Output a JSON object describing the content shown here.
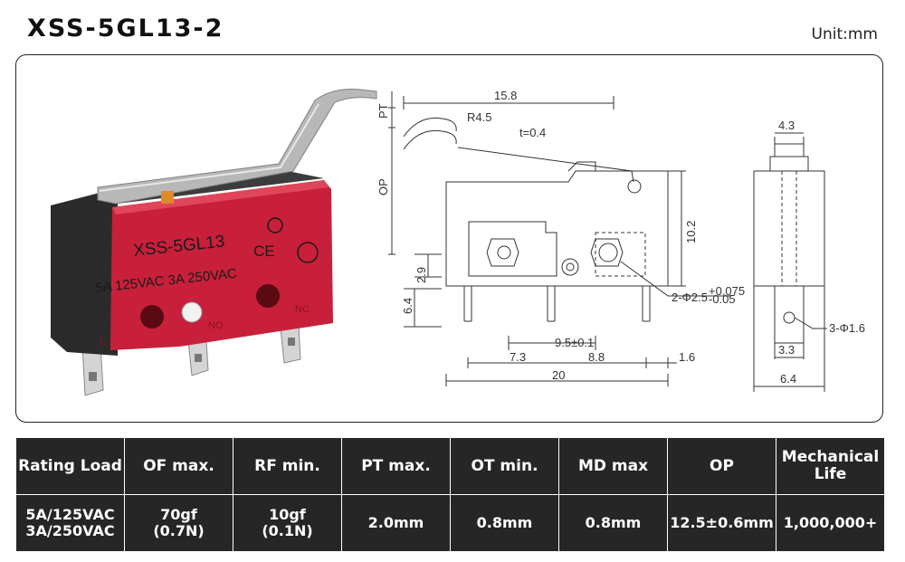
{
  "header": {
    "title": "XSS-5GL13-2",
    "unit": "Unit:mm"
  },
  "product_photo": {
    "model_print": "XSS-5GL13",
    "rating_print": "5A 125VAC 3A 250VAC",
    "ce_mark": "CE",
    "nc_label": "NC",
    "no_label": "NO",
    "c_label": "C",
    "body_color": "#c8203a",
    "lever_color": "#b8b8b8"
  },
  "drawing": {
    "labels": {
      "pt": "PT",
      "op": "OP",
      "width_top": "15.8",
      "radius": "R4.5",
      "thickness": "t=0.4",
      "height_right": "10.2",
      "dim_2_9": "2.9",
      "dim_6_4_left": "6.4",
      "hole_dia": "2-Φ2.5",
      "hole_tol_plus": "+0.075",
      "hole_tol_minus": "-0.05",
      "pin_pitch": "9.5±0.1",
      "dim_7_3": "7.3",
      "dim_8_8": "8.8",
      "dim_1_6": "1.6",
      "dim_20": "20",
      "side_4_3": "4.3",
      "side_hole": "3-Φ1.6",
      "side_3_3": "3.3",
      "side_6_4": "6.4"
    }
  },
  "table": {
    "headers": [
      "Rating Load",
      "OF max.",
      "RF min.",
      "PT max.",
      "OT min.",
      "MD max",
      "OP",
      [
        "Mechanical",
        "Life"
      ]
    ],
    "row": [
      [
        "5A/125VAC",
        "3A/250VAC"
      ],
      [
        "70gf",
        "(0.7N)"
      ],
      [
        "10gf",
        "(0.1N)"
      ],
      "2.0mm",
      "0.8mm",
      "0.8mm",
      "12.5±0.6mm",
      "1,000,000+"
    ]
  }
}
